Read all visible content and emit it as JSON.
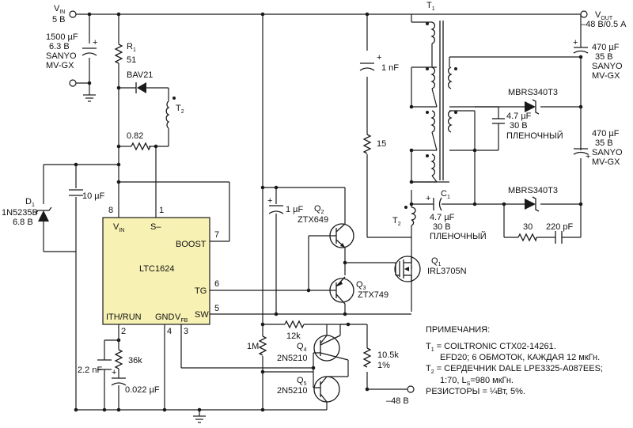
{
  "ic": {
    "name": "LTC1624",
    "pin_vin": "V",
    "pin_vin_sub": "IN",
    "pin_sminus": "S–",
    "pin_boost": "BOOST",
    "pin_tg": "TG",
    "pin_sw": "SW",
    "pin_ithrun": "ITH/RUN",
    "pin_gnd": "GND",
    "pin_vfb": "V",
    "pin_vfb_sub": "FB",
    "n8": "8",
    "n1": "1",
    "n7": "7",
    "n6": "6",
    "n5": "5",
    "n2": "2",
    "n4": "4",
    "n3": "3"
  },
  "vin": {
    "label": "V",
    "sub": "IN",
    "value": "5 В"
  },
  "vout": {
    "label": "V",
    "sub": "OUT",
    "value": "–48 В/0.5 А"
  },
  "neg48": "–48 В",
  "cin": [
    "1500 µF",
    "6.3 В",
    "SANYO",
    "MV-GX"
  ],
  "r1": {
    "name": "R",
    "sub": "1",
    "value": "51"
  },
  "bav21": "BAV21",
  "t2": {
    "name": "T",
    "sub": "2"
  },
  "t1": {
    "name": "T",
    "sub": "1"
  },
  "r082": "0.82",
  "d1": {
    "name": "D",
    "sub": "1",
    "part": "1N5235B",
    "value": "6.8 В"
  },
  "c10u": "10 µF",
  "c1u": "1 µF",
  "c1n": "1 nF",
  "r15": "15",
  "q2": {
    "name": "Q",
    "sub": "2",
    "part": "ZTX649"
  },
  "q3": {
    "name": "Q",
    "sub": "3",
    "part": "ZTX749"
  },
  "q1": {
    "name": "Q",
    "sub": "1",
    "part": "IRL3705N"
  },
  "q4": {
    "name": "Q",
    "sub": "4",
    "part": "2N5210"
  },
  "q5": {
    "name": "Q",
    "sub": "5",
    "part": "2N5210"
  },
  "c1": {
    "name": "C",
    "sub": "1",
    "value": "4.7 µF",
    "rating": "30 В",
    "type": "ПЛЕНОЧНЫЙ"
  },
  "c47": {
    "value": "4.7 µF",
    "rating": "30 В",
    "type": "ПЛЕНОЧНЫЙ"
  },
  "cout1": [
    "470 µF",
    "35 В",
    "SANYO",
    "MV-GX"
  ],
  "cout2": [
    "470 µF",
    "35 В",
    "SANYO",
    "MV-GX"
  ],
  "mbrs1": "MBRS340T3",
  "mbrs2": "MBRS340T3",
  "r30": "30",
  "c220p": "220 pF",
  "r1m": "1M",
  "r12k": "12k",
  "r105k": [
    "10.5k",
    "1%"
  ],
  "r36k": "36k",
  "c22n": "2.2 nF",
  "c022u": "0.022 µF",
  "notes": {
    "title": "ПРИМЕЧАНИЯ:",
    "t1_name": "T",
    "t1_sub": "1",
    "t1_line1": " = COILTRONIC CTX02-14261.",
    "t1_line2": "EFD20; 6 ОБМОТОК, КАЖДАЯ 12 мкГн.",
    "t2_name": "T",
    "t2_sub": "2",
    "t2_line1": " = СЕРДЕЧНИК DALE LPE3325-A087EES;",
    "t2_line2": "1:70, L",
    "t2_line2_sub": "S",
    "t2_line2_end": "=980 мкГн.",
    "resistors": "РЕЗИСТОРЫ = ¼Вт, 5%."
  }
}
